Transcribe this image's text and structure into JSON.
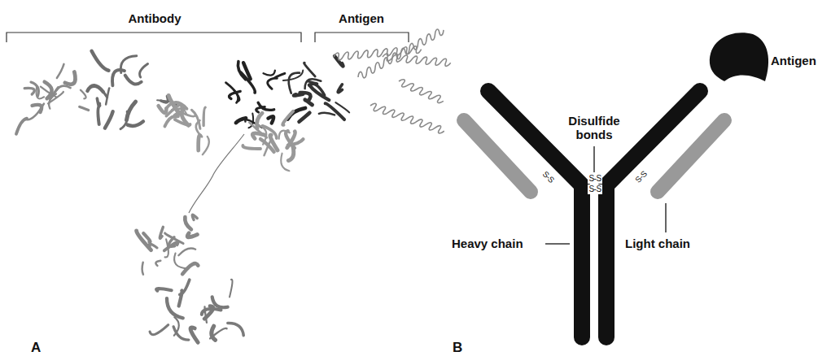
{
  "diagram": {
    "labels": [
      "Antibody",
      "Antigen",
      "A",
      "Disulfide bonds",
      "Antigen",
      "Heavy chain",
      "Light chain",
      "B",
      "S-S",
      "S-S",
      "S-S",
      "S-S"
    ]
  }
}
